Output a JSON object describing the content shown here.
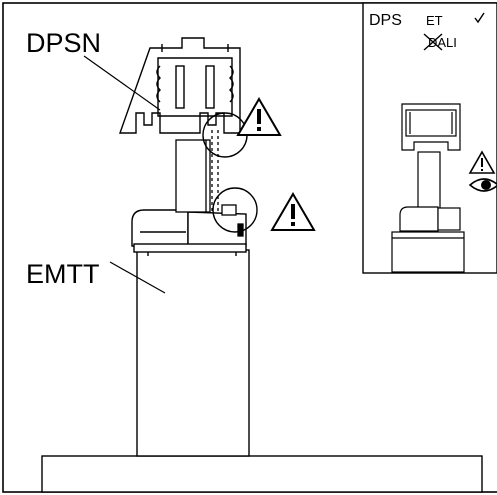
{
  "labels": {
    "rail": "DPSN",
    "adapter": "EMTT",
    "inset_title": "DPS",
    "inset_et": "ET",
    "inset_dali": "DALI"
  },
  "icons": [
    "warning-icon",
    "warning-icon",
    "warning-icon",
    "eye-icon",
    "check-icon",
    "cross-icon"
  ],
  "colors": {
    "line": "#000000",
    "background": "#ffffff"
  }
}
